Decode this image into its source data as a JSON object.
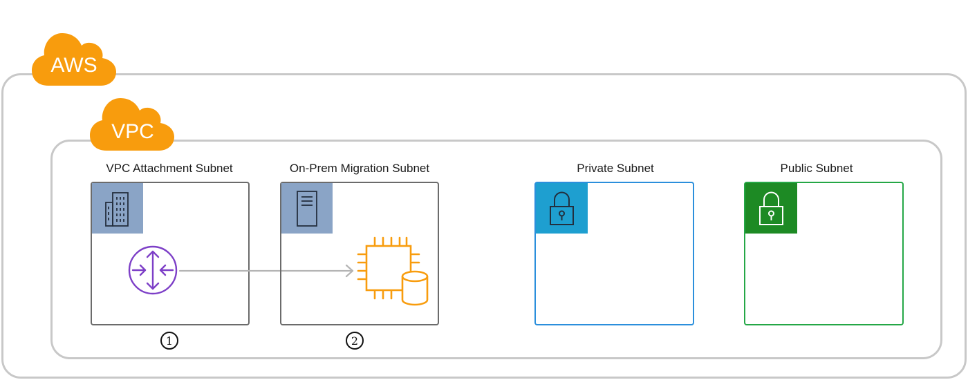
{
  "aws": {
    "label": "AWS",
    "color": "#f89c0d"
  },
  "vpc": {
    "label": "VPC",
    "color": "#f89c0d"
  },
  "subnets": [
    {
      "title": "VPC Attachment Subnet",
      "border_color": "#6b6b6b",
      "header_color": "#8aa4c6",
      "icon": "building-icon"
    },
    {
      "title": "On-Prem Migration Subnet",
      "border_color": "#6b6b6b",
      "header_color": "#8aa4c6",
      "icon": "server-icon"
    },
    {
      "title": "Private Subnet",
      "border_color": "#2b8fdc",
      "header_color": "#1e9fd0",
      "icon": "lock-icon"
    },
    {
      "title": "Public Subnet",
      "border_color": "#24a746",
      "header_color": "#1d8a24",
      "icon": "lock-icon"
    }
  ],
  "steps": [
    "1",
    "2"
  ],
  "router": {
    "icon": "transit-gateway-icon",
    "color": "#7d3fc7"
  },
  "instance": {
    "icon": "ec2-instance-with-database-icon",
    "color": "#f89c0d"
  },
  "arrow": {
    "color": "#b4b4b4"
  }
}
